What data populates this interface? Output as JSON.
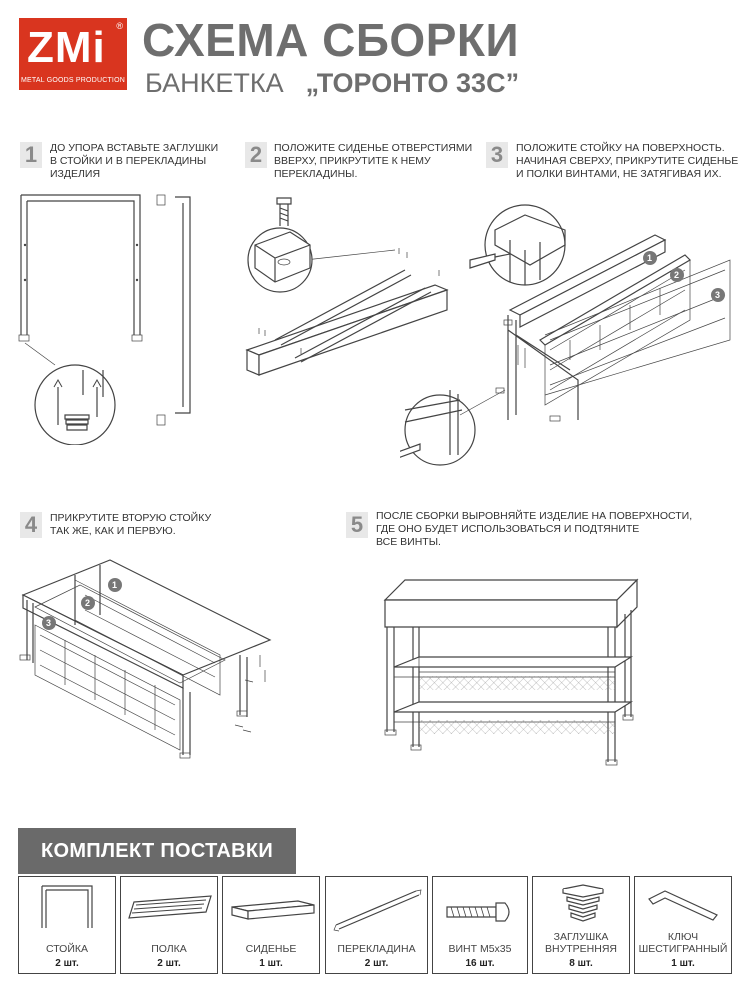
{
  "brand": {
    "logo": "ZMi",
    "logo_sub": "METAL GOODS PRODUCTION",
    "reg": "®"
  },
  "header": {
    "title": "СХЕМА СБОРКИ",
    "product_type": "БАНКЕТКА",
    "product_name": "„ТОРОНТО 33С”"
  },
  "steps": [
    {
      "num": "1",
      "text": "ДО УПОРА ВСТАВЬТЕ ЗАГЛУШКИ\nВ СТОЙКИ И В ПЕРЕКЛАДИНЫ\nИЗДЕЛИЯ"
    },
    {
      "num": "2",
      "text": "ПОЛОЖИТЕ СИДЕНЬЕ ОТВЕРСТИЯМИ\nВВЕРХУ, ПРИКРУТИТЕ К НЕМУ\nПЕРЕКЛАДИНЫ."
    },
    {
      "num": "3",
      "text": "ПОЛОЖИТЕ СТОЙКУ НА ПОВЕРХНОСТЬ.\nНАЧИНАЯ СВЕРХУ, ПРИКРУТИТЕ СИДЕНЬЕ\nИ ПОЛКИ ВИНТАМИ, НЕ ЗАТЯГИВАЯ ИХ."
    },
    {
      "num": "4",
      "text": "ПРИКРУТИТЕ ВТОРУЮ СТОЙКУ\nТАК ЖЕ, КАК И ПЕРВУЮ."
    },
    {
      "num": "5",
      "text": "ПОСЛЕ СБОРКИ ВЫРОВНЯЙТЕ ИЗДЕЛИЕ НА ПОВЕРХНОСТИ,\nГДЕ ОНО БУДЕТ ИСПОЛЬЗОВАТЬСЯ И ПОДТЯНИТЕ\nВСЕ ВИНТЫ."
    }
  ],
  "callouts": [
    "1",
    "2",
    "3"
  ],
  "kit": {
    "title": "КОМПЛЕКТ ПОСТАВКИ",
    "items": [
      {
        "name": "СТОЙКА",
        "qty": "2 шт.",
        "icon": "frame-icon"
      },
      {
        "name": "ПОЛКА",
        "qty": "2 шт.",
        "icon": "shelf-icon"
      },
      {
        "name": "СИДЕНЬЕ",
        "qty": "1 шт.",
        "icon": "seat-icon"
      },
      {
        "name": "ПЕРЕКЛАДИНА",
        "qty": "2 шт.",
        "icon": "crossbar-icon"
      },
      {
        "name": "ВИНТ М5x35",
        "qty": "16 шт.",
        "icon": "screw-icon"
      },
      {
        "name": "ЗАГЛУШКА ВНУТРЕННЯЯ",
        "qty": "8 шт.",
        "icon": "plug-icon"
      },
      {
        "name": "КЛЮЧ ШЕСТИГРАННЫЙ",
        "qty": "1 шт.",
        "icon": "hex-key-icon"
      }
    ]
  },
  "colors": {
    "brand": "#d9351f",
    "title_gray": "#6e6e6e",
    "banner": "#6a6a6a",
    "line": "#444444"
  }
}
